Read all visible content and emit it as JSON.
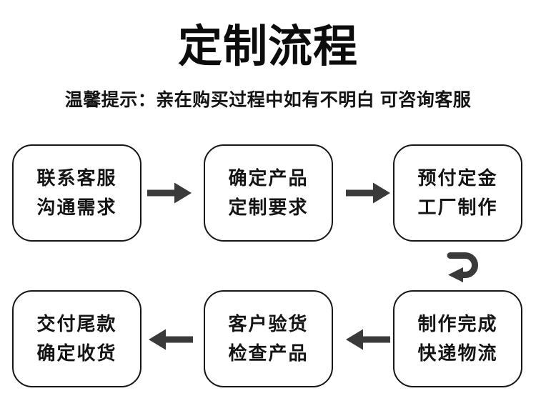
{
  "header": {
    "title": "定制流程",
    "subtitle": "温馨提示：亲在购买过程中如有不明白 可咨询客服"
  },
  "flow": {
    "steps": [
      {
        "id": "step-1",
        "line1": "联系客服",
        "line2": "沟通需求"
      },
      {
        "id": "step-2",
        "line1": "确定产品",
        "line2": "定制要求"
      },
      {
        "id": "step-3",
        "line1": "预付定金",
        "line2": "工厂制作"
      },
      {
        "id": "step-4",
        "line1": "制作完成",
        "line2": "快递物流"
      },
      {
        "id": "step-5",
        "line1": "客户验货",
        "line2": "检查产品"
      },
      {
        "id": "step-6",
        "line1": "交付尾款",
        "line2": "确定收货"
      }
    ],
    "icons": {
      "row1_connectors": "arrow-right-icon",
      "row_transition": "u-turn-down-left-arrow-icon",
      "row2_connectors": "arrow-left-icon"
    }
  },
  "colors": {
    "background": "#ffffff",
    "text": "#141414",
    "box_border": "#161616",
    "arrow": "#3a3a3a"
  }
}
